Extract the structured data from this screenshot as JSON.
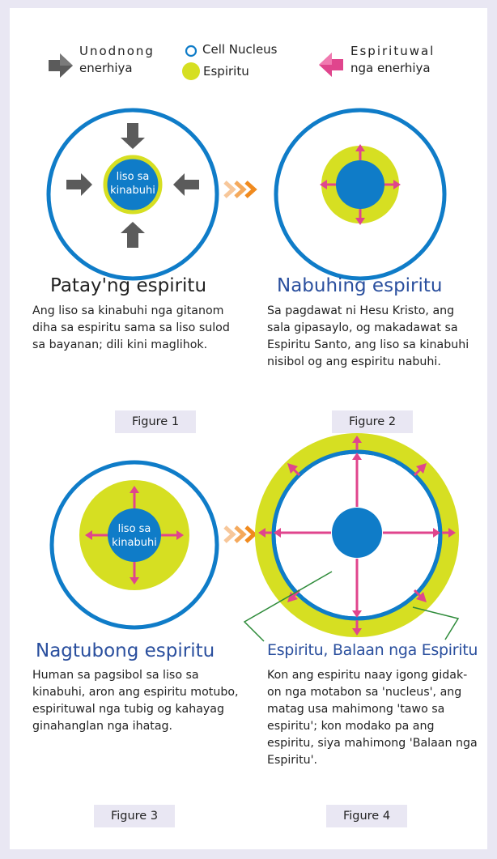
{
  "legend": {
    "unodnong_energy": [
      "Unodnong",
      "enerhiya"
    ],
    "cell_nucleus": "Cell Nucleus",
    "espiritu": "Espiritu",
    "spiritual_energy": [
      "Espirituwal",
      "nga enerhiya"
    ]
  },
  "figures": [
    {
      "label": "Figure 1",
      "title": "Patay'ng espiritu",
      "center_text": [
        "liso sa",
        "kinabuhi"
      ],
      "desc": "Ang liso sa kinabuhi nga gitanom diha sa espiritu sama sa liso sulod sa bayanan; dili kini maglihok."
    },
    {
      "label": "Figure 2",
      "title": "Nabuhing espiritu",
      "desc": "Sa pagdawat ni Hesu Kristo, ang sala gipasaylo, og makadawat sa Espiritu Santo, ang liso sa kinabuhi nisibol og ang espiritu nabuhi."
    },
    {
      "label": "Figure 3",
      "title": "Nagtubong espiritu",
      "center_text": [
        "liso sa",
        "kinabuhi"
      ],
      "desc": "Human sa pagsibol sa liso sa kinabuhi, aron ang espiritu motubo, espirituwal nga tubig og kahayag ginahanglan nga ihatag."
    },
    {
      "label": "Figure 4",
      "title": "Espiritu, Balaan nga Espiritu",
      "desc": "Kon ang espiritu naay igong gidak-on nga motabon sa 'nucleus', ang matag usa mahimong 'tawo sa espiritu'; kon modako pa ang espiritu, siya mahimong 'Balaan nga Espiritu'."
    }
  ],
  "colors": {
    "nucleus_blue": "#0f7cc8",
    "spirit_yellow": "#d6df22",
    "title_blue": "#2a4f9e",
    "pink_arrow": "#e0458d",
    "gray_arrow": "#5b5b5b",
    "orange_chevron": "#f08a1e",
    "pointer_green": "#2e8b3a",
    "label_bg": "#e9e7f3"
  }
}
